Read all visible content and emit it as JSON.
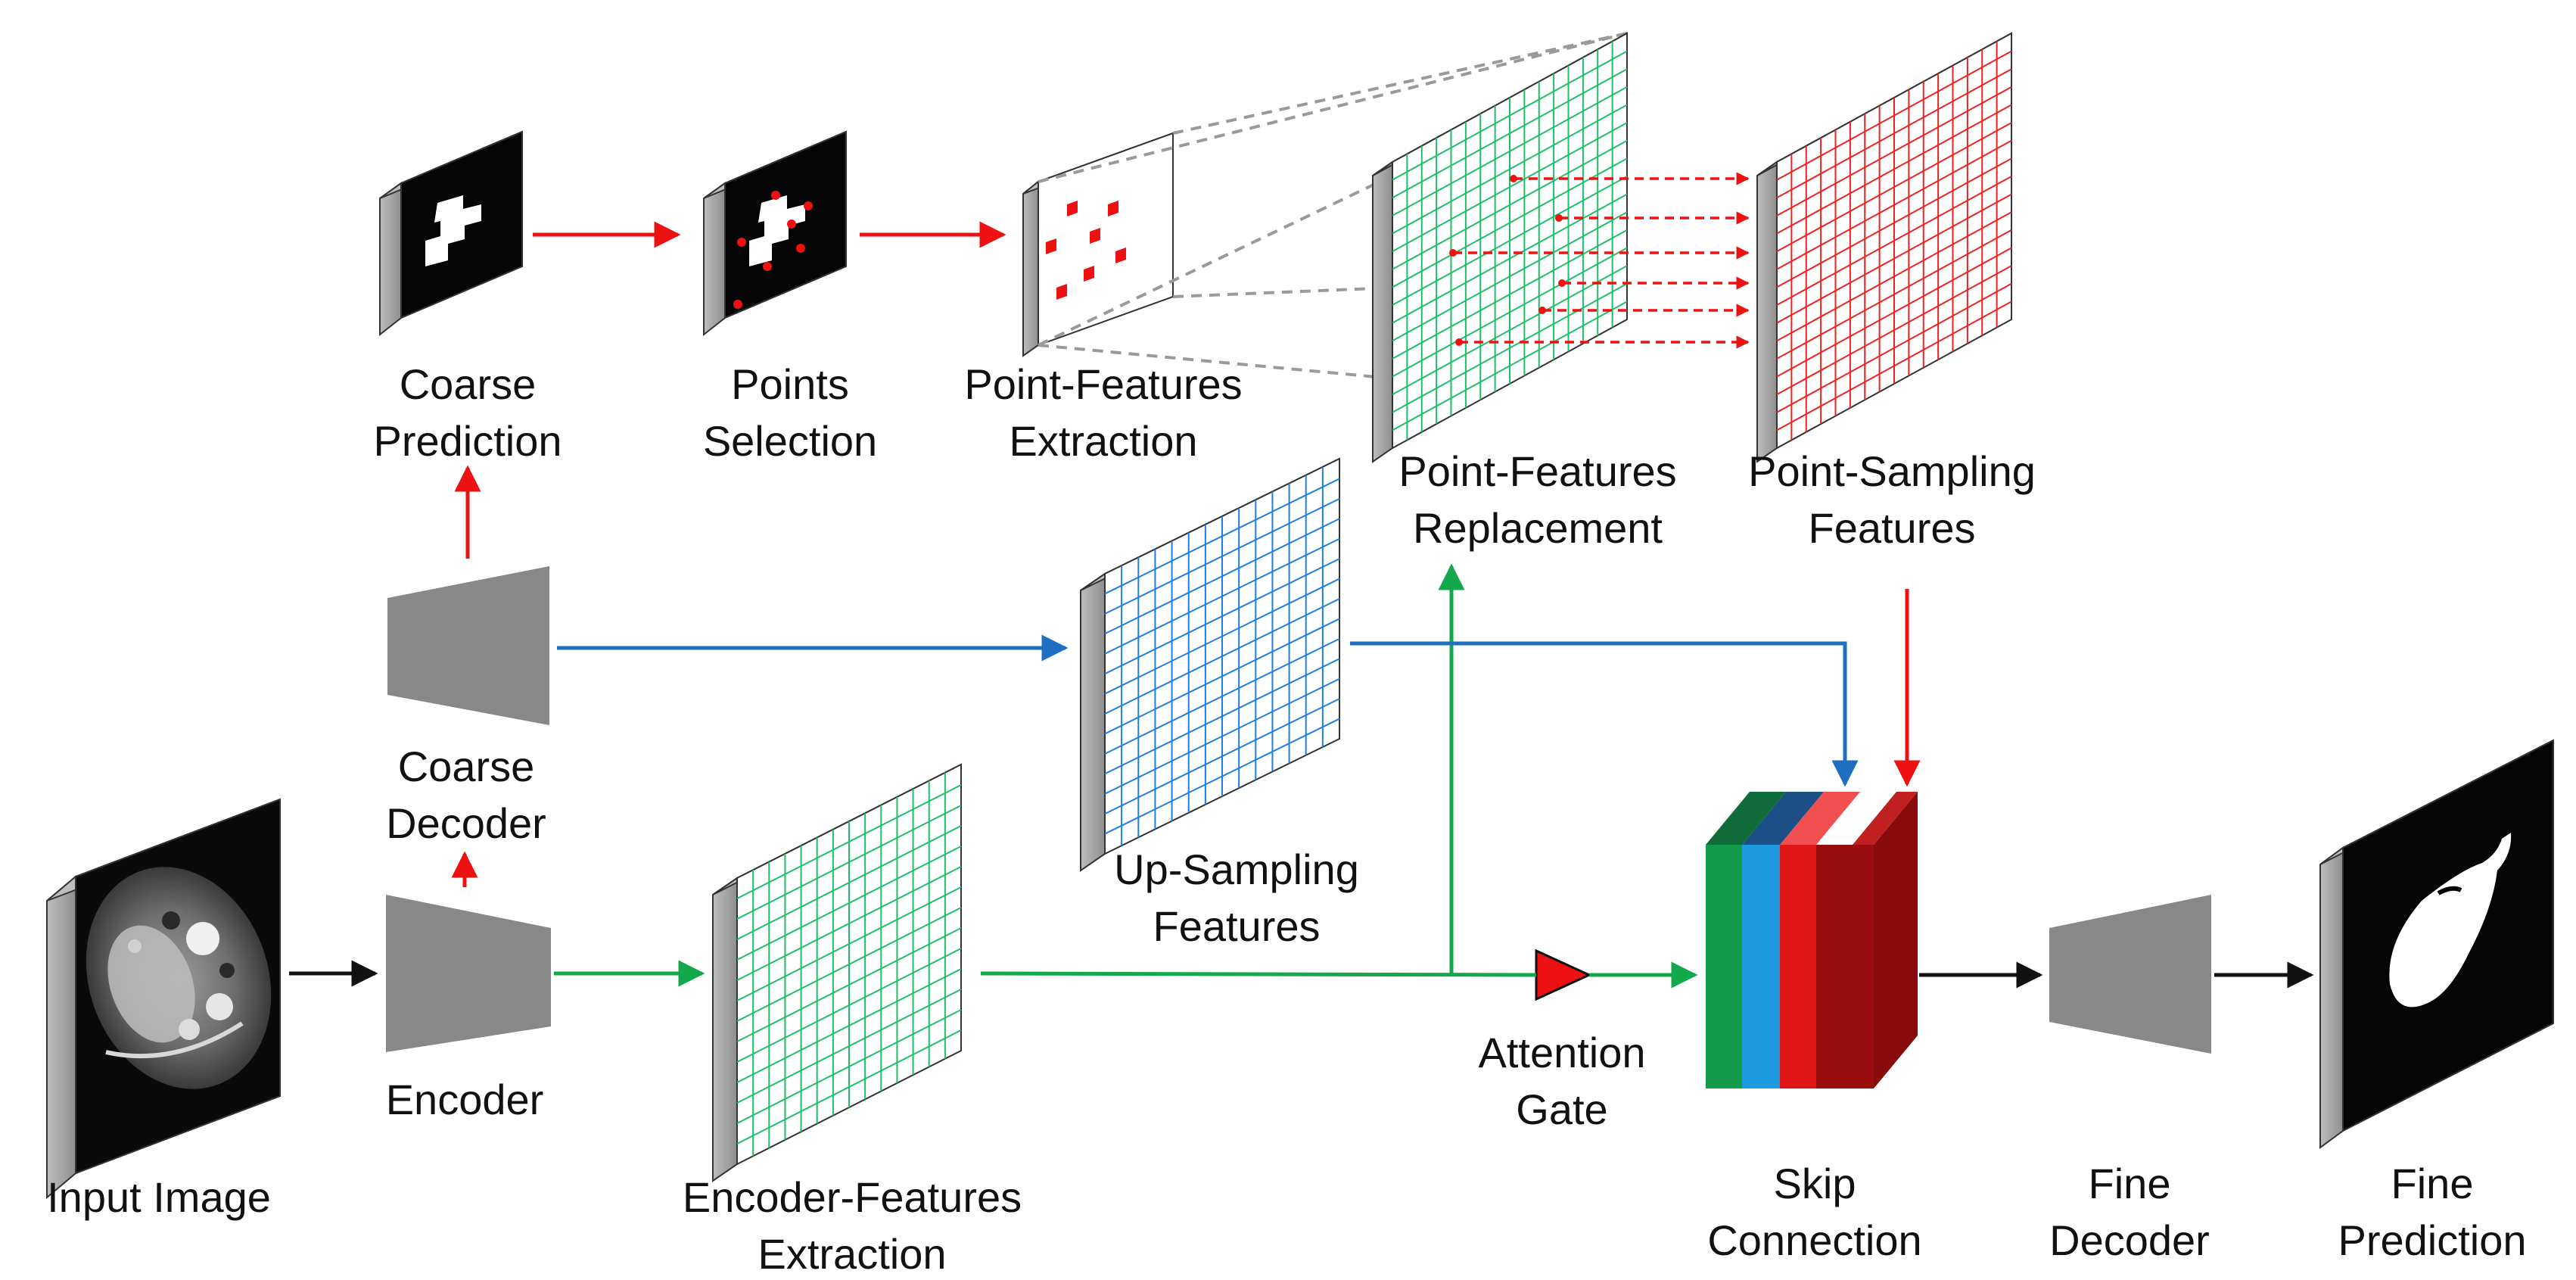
{
  "labels": {
    "input_image": "Input Image",
    "encoder": "Encoder",
    "coarse_decoder": [
      "Coarse",
      "Decoder"
    ],
    "coarse_prediction": [
      "Coarse",
      "Prediction"
    ],
    "points_selection": [
      "Points",
      "Selection"
    ],
    "point_features_extraction": [
      "Point-Features",
      "Extraction"
    ],
    "point_features_replacement": [
      "Point-Features",
      "Replacement"
    ],
    "point_sampling_features": [
      "Point-Sampling",
      "Features"
    ],
    "up_sampling_features": [
      "Up-Sampling",
      "Features"
    ],
    "encoder_features_extraction": [
      "Encoder-Features",
      "Extraction"
    ],
    "attention_gate": [
      "Attention",
      "Gate"
    ],
    "skip_connection": [
      "Skip",
      "Connection"
    ],
    "fine_decoder": [
      "Fine",
      "Decoder"
    ],
    "fine_prediction": [
      "Fine",
      "Prediction"
    ]
  },
  "colors": {
    "red": "#ee1111",
    "green": "#14a84c",
    "blue": "#1f6fc0",
    "black": "#111111",
    "block_gray": "#888888",
    "grid_green": "#1fbf6a",
    "grid_blue": "#1f7fe0",
    "grid_red": "#ee2222",
    "skip_green": "#139a4a",
    "skip_blue": "#1e9be0",
    "skip_red": "#e01515",
    "skip_darkred": "#9a0d0d"
  }
}
